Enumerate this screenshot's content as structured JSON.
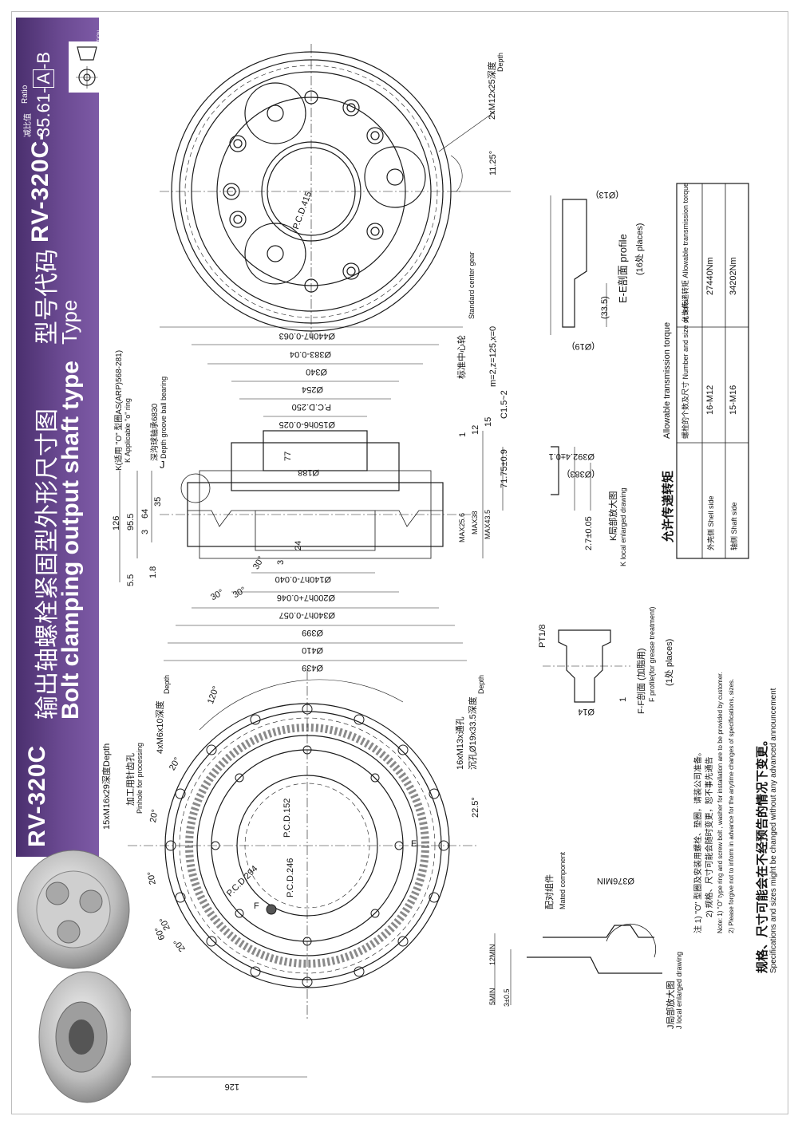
{
  "header": {
    "model": "RV-320C",
    "title_cn": "输出轴螺栓紧固型外形尺寸图",
    "title_en": "Bolt clamping output shaft type",
    "type_cn": "型号代码",
    "type_en": "Type",
    "type_code": "RV-320C-",
    "ratio_label_cn": "减比值",
    "ratio_label_en": "Ratio",
    "ratio_value": "35.61-",
    "ratio_box": "A",
    "ratio_suffix": "-B",
    "projection_label": "3RD ANGLE PROJECTION"
  },
  "top_view": {
    "depth_tap": "2xM12x25深度",
    "depth_word": "Depth",
    "dim_1125": "11.25°",
    "pcd": "P.C.D.415"
  },
  "section_view": {
    "k_cn": "K(适用 \"O\" 型圈AS(ARP)568-281)",
    "k_en": "K Applicable \"o\" ring",
    "bearing_cn": "深沟球轴承6830",
    "bearing_en": "Depth groove ball bearing",
    "j_label": "J",
    "center_gear_cn": "标准中心轮",
    "center_gear_en": "Standard center gear",
    "gear_param": "m=2,z=125,x=0",
    "chamfer": "C1.5~2",
    "d440": "Ø440h7-0.063",
    "d383": "Ø383-0.04",
    "d340": "Ø340",
    "d254": "Ø254",
    "pcd250": "P.C.D.250",
    "d150": "Ø150h6-0.025",
    "d188": "Ø188",
    "d140": "Ø140h7-0.040",
    "d200": "Ø200h7+0.046",
    "d340b": "Ø340h7-0.057",
    "d399": "Ø399",
    "d410": "Ø410",
    "d439": "Ø439",
    "h126": "126",
    "h955": "95.5",
    "h64": "64",
    "h35": "35",
    "h3": "3",
    "h55": "5.5",
    "h18": "1.8",
    "h24": "24",
    "h3b": "3",
    "h77": "77",
    "h1": "1",
    "h12": "12",
    "h15": "15",
    "h7175": "71.75±0.9",
    "max256": "MAX25.6",
    "max38": "MAX38",
    "max435": "MAX43.5",
    "a30a": "30°",
    "a30b": "30°",
    "a30c": "30°"
  },
  "e_profile": {
    "d13": "(Ø13)",
    "d19": "(Ø19)",
    "h335": "(33.5)",
    "title_cn": "E-E剖面",
    "title_en": "profile",
    "places": "(16处 places)"
  },
  "k_detail": {
    "d3924": "Ø392.4±0.1",
    "d383": "(Ø383)",
    "h27": "2.7±0.05",
    "title_cn": "K局部放大图",
    "title_en": "K local enlarged drawing"
  },
  "torque": {
    "title_cn": "允许传递转矩",
    "title_en": "Allowable transmission torque",
    "headers": [
      "",
      "螺栓的个数及尺寸 Number and size of bolts",
      "允许传递转矩 Allowable transmission torque"
    ],
    "rows": [
      {
        "side": "外壳侧 Shell side",
        "bolts": "16-M12",
        "torque": "27440Nm"
      },
      {
        "side": "轴侧 Shaft side",
        "bolts": "15-M16",
        "torque": "34202Nm"
      }
    ]
  },
  "f_profile": {
    "pt": "PT1/8",
    "d14": "Ø14",
    "h1": "1",
    "title_cn": "F-F剖面 (加脂用)",
    "title_en": "F profile(for grease treatment)",
    "places": "(1处 places)"
  },
  "bottom_view": {
    "a120": "120°",
    "a20a": "20°",
    "a20b": "20°",
    "a20c": "20°",
    "a20d": "20°",
    "a20e": "20°",
    "a60": "60°",
    "a225": "22.5°",
    "pcd294": "P.C.D.294",
    "pcd246": "P.C.D.246",
    "pcd152": "P.C.D.152",
    "tap15": "15xM16x29深度Depth",
    "pinhole_cn": "加工用针齿孔",
    "pinhole_en": "Pinhole for processing",
    "tap4": "4xM6x10深度",
    "tap4_depth": "Depth",
    "thru16": "16xM13x通孔",
    "cbore": "沉孔Ø19x33.5深度",
    "cbore_depth": "Depth",
    "e_mark": "E",
    "f_mark": "F",
    "dim126": "126"
  },
  "j_detail": {
    "mated_cn": "配对组件",
    "mated_en": "Mated component",
    "d376": "Ø376MIN",
    "min12": "12MIN",
    "min5": "5MIN",
    "d3": "3±0.5",
    "title_cn": "J局部放大图",
    "title_en": "J local enlarged drawing"
  },
  "notes": {
    "n1_cn": "注 1) \"O\" 型圈及安装用螺栓、垫圈，请装公司准备。",
    "n2_cn": "2) 规格、尺寸可能会随时变更，恕不事先通告",
    "n1_en": "Note: 1) \"O\" type ring and screw bolt , washer for installation are to be provided by customer.",
    "n2_en": "2) Please forgive not to inform in advance for the anytime changes of specifications, sizes.",
    "footer_cn": "规格、尺寸可能会在不经预告的情况下变更。",
    "footer_en": "Specifications and sizes might be changed without any advanced announcement"
  }
}
